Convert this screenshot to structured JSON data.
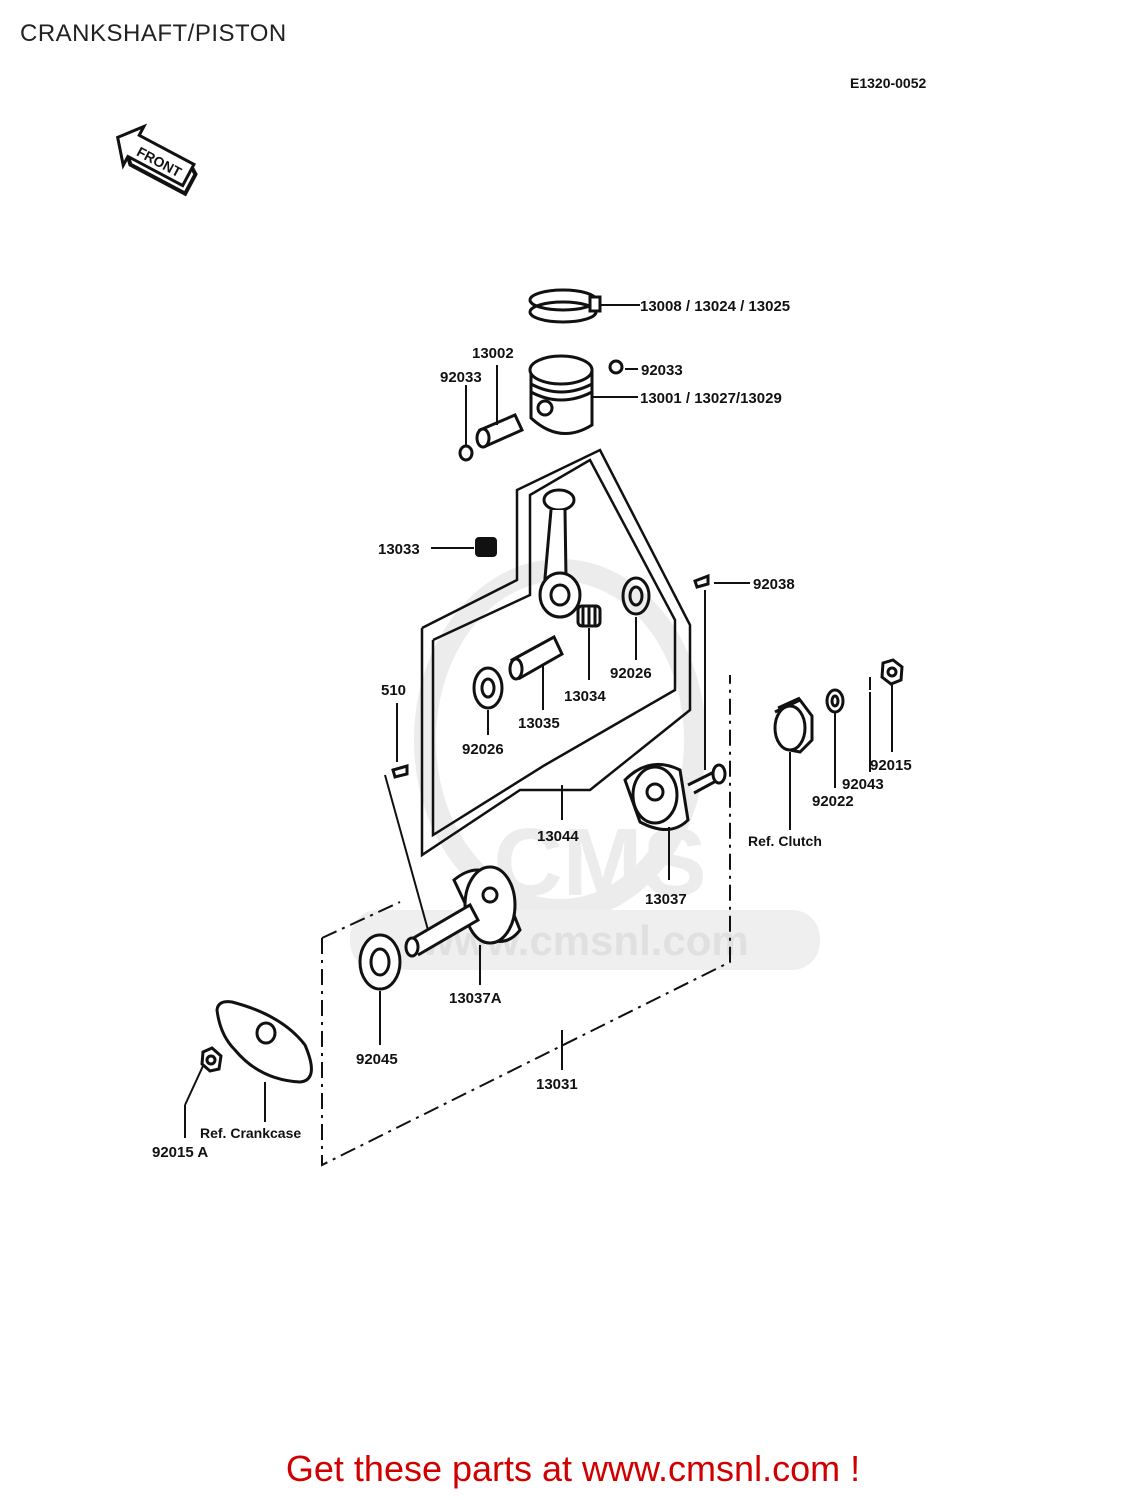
{
  "page": {
    "title": "CRANKSHAFT/PISTON",
    "diagram_code": "E1320-0052",
    "front_label": "FRONT",
    "watermark_text": "www.cmsnl.com",
    "footer": "Get these parts at www.cmsnl.com !"
  },
  "labels": {
    "rings": "13008 / 13024 / 13025",
    "clip_right": "92033",
    "piston": "13001 / 13027/13029",
    "pin": "13002",
    "clip_left": "92033",
    "small_end_bearing": "13033",
    "key_top": "92038",
    "washer_right": "92026",
    "big_end_bearing": "13034",
    "crankpin": "13035",
    "washer_left": "92026",
    "key_left": "510",
    "conrod_assy": "13044",
    "crank_half_right": "13037",
    "crank_half_left": "13037A",
    "bearing": "92045",
    "crank_assy": "13031",
    "ref_clutch": "Ref. Clutch",
    "nut_right": "92015",
    "cotter": "92043",
    "washer_clutch": "92022",
    "ref_crankcase": "Ref. Crankcase",
    "nut_left": "92015 A"
  },
  "colors": {
    "line": "#111111",
    "footer": "#d10000",
    "watermark": "#e6e6e6"
  }
}
